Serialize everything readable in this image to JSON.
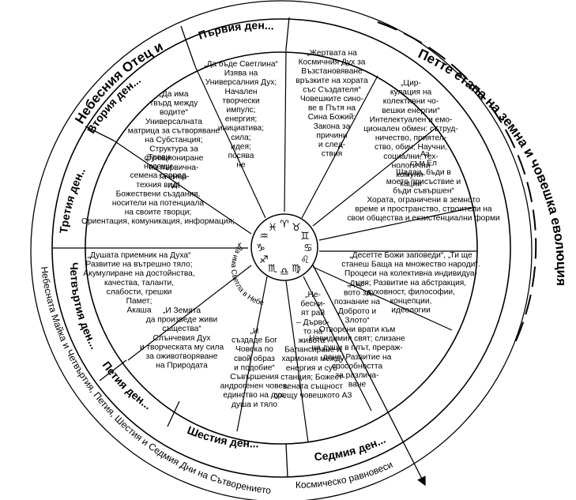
{
  "outer_ring": {
    "father": "Небесния Отец и",
    "five_stages": "Петте етапа на земна и човешка еволюция",
    "mother": "Небесната Майка и Четвъртия, Петия, Шестия и Седмия Дни на Сътворението",
    "cosmic_balance": "Космическо равновесие"
  },
  "days": {
    "first": "Първия ден...",
    "second": "Втория ден...",
    "third": "Третия ден...",
    "fourth": "Четвъртия ден...",
    "fifth": "Петия ден...",
    "sixth": "Шестия ден...",
    "seventh": "Седмия ден..."
  },
  "segments": {
    "s1": [
      "„Да бъде Светлина“",
      "Изява на",
      "Универсалния Дух;",
      "Начален",
      "творчески",
      "импулс;",
      "енергия;",
      "инициатива;",
      "сила;",
      "идея;",
      "посява",
      "не"
    ],
    "s2": [
      "„Жертвата на",
      "Космичния Дух за",
      "Възстановяване",
      "връзките на хората",
      "със Създателя“",
      "Човешките сино-",
      "ве в Пътя на",
      "Сина Божий;",
      "Закона за",
      "причини",
      "и след-",
      "ствия"
    ],
    "s3": [
      "„Цир-",
      "кулация на",
      "колективни чо-",
      "вешки енергии“",
      "Интелектуален и емо-",
      "ционален обмен: сътруд-",
      "ничество, приятел-",
      "ство, обич; Научни,",
      "социални, тех-",
      "нологични",
      "комуни-",
      "кации"
    ],
    "s4": [
      "„Аз",
      "съм Ел",
      "Шадаи, бъди в",
      "моето присъствие и",
      "бъди съвършен“",
      "Хората, ограничени в земното",
      "време и пространство, строители на",
      "свои общества и екзистенциални форми"
    ],
    "s5": [
      "„Десетте Божи заповеди“, „Ти ще",
      "станеш Баща на множество народи“.",
      "Процеси на колективна индивидуа-",
      "ция; Развитие на абстракция,",
      "духовност, философии,",
      "концепции,",
      "идеологии"
    ],
    "s6": [
      "„Дър-",
      "вото за",
      "познание на",
      "Доброто и",
      "Злото“",
      "Отворени врати към",
      "Невидимия свят; слизане",
      "на души в плът, прераж-",
      "дане; Развитие на",
      "способността",
      "за различа-",
      "ване"
    ],
    "s7": [
      "„Не-",
      "бесни-",
      "ят рай",
      "– Дърво-",
      "то на",
      "живота“",
      "Балансиране и",
      "хармония между",
      "енергия и суб-",
      "станция; Божест-",
      "вената същност",
      "срещу човешкото АЗ"
    ],
    "s8": [
      "„И",
      "създаде Бог",
      "Човека по",
      "свой образ",
      "и подобие“",
      "Съвършения",
      "андрогенен човек,",
      "единство на дух,",
      "душа и тяло"
    ],
    "s9": [
      "„И Земята",
      "да произведе живи",
      "същества“",
      "Слънчевия Дух",
      "и творческата му сила",
      "за оживотворяване",
      "на Природата"
    ],
    "s10": [
      "„Душата приемник на Духа“",
      "Развитие на вътрешно тяло;",
      "Акумулиране на достойнства,",
      "качества, таланти,",
      "слабости, грешки",
      "Памет;",
      "Акаша"
    ],
    "s11": [
      "„Треви",
      "носещи",
      "семена според",
      "техния вид“",
      "Божествени създания,",
      "носители на потенциала",
      "на своите творци;",
      "Ориентация, комуникация, информация;"
    ],
    "s12": [
      "„Да има",
      "твърд между",
      "водите“",
      "Универсалната",
      "матрица за сътворяване",
      "на Субстанция;",
      "Структура за",
      "функциониране",
      "на първична-",
      "та енер-",
      "гия"
    ],
    "s_inner": "„Да има Светла в Небесната твърд“"
  },
  "zodiac": [
    "♈",
    "♉",
    "♊",
    "♋",
    "♌",
    "♍",
    "♎",
    "♏",
    "♐",
    "♑",
    "♒",
    "♓"
  ]
}
